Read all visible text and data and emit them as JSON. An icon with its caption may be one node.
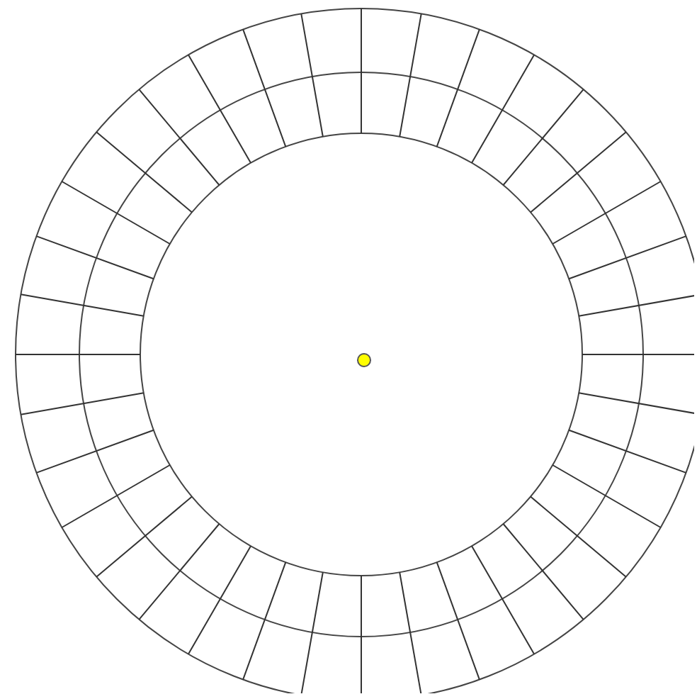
{
  "diagram": {
    "nodes": [
      {
        "text": [],
        "shape": "picture"
      },
      {
        "text": [],
        "shape": "circle",
        "in": 0
      }
    ]
  }
}
